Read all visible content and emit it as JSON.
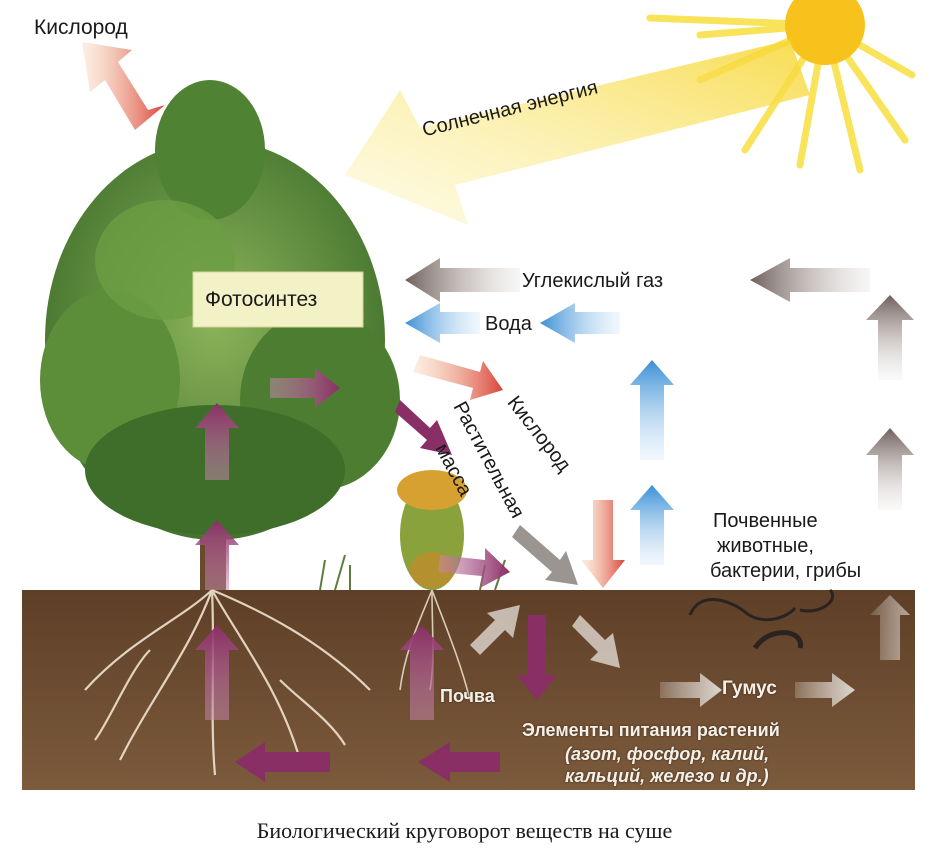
{
  "labels": {
    "oxygen_top": "Кислород",
    "solar_energy": "Солнечная энергия",
    "photosynthesis": "Фотосинтез",
    "co2": "Углекислый газ",
    "water": "Вода",
    "oxygen_mid": "Кислород",
    "plant_mass_line1": "Растительная",
    "plant_mass_line2": "масса",
    "soil_organisms_line1": "Почвенные",
    "soil_organisms_line2": "животные,",
    "soil_organisms_line3": "бактерии, грибы",
    "soil": "Почва",
    "humus": "Гумус",
    "nutrients_line1": "Элементы питания растений",
    "nutrients_line2": "(азот, фосфор, калий,",
    "nutrients_line3": "кальций, железо и др.)"
  },
  "caption": "Биологический круговорот веществ на суше",
  "colors": {
    "sun": "#f7c21c",
    "sun_rays": "#f8e04a",
    "oxygen_arrow": "#d9443a",
    "co2_arrow": "#7a6a66",
    "water_arrow": "#3b8fd6",
    "matter_arrow": "#8a2e66",
    "soil": "#6b4a30",
    "foliage": "#5c8e3a"
  }
}
